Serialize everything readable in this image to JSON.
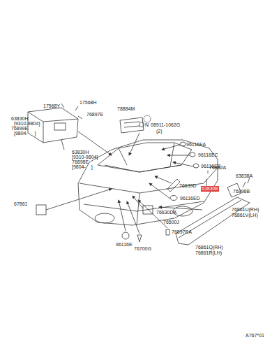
{
  "diagram": {
    "labels": [
      "17568Y",
      "17568H",
      "63830H",
      "[9310-9804]",
      "76899E",
      "[9804-     ]",
      "76897E",
      "63830H",
      "[9310-9804]",
      "76898E",
      "[9804-    ]",
      "78884M",
      "N",
      "08911-1062G",
      "(2)",
      "96116EA",
      "96116EC",
      "96116EB",
      "76639D",
      "96116ED",
      "76630DA",
      "63838A",
      "76862A",
      "76998B",
      "63830E",
      "76861U(RH)",
      "76861V(LH)",
      "76500J",
      "76897EA",
      "76861Q(RH)",
      "76861R(LH)",
      "67861",
      "76700G",
      "96116E",
      "A767*01"
    ]
  }
}
